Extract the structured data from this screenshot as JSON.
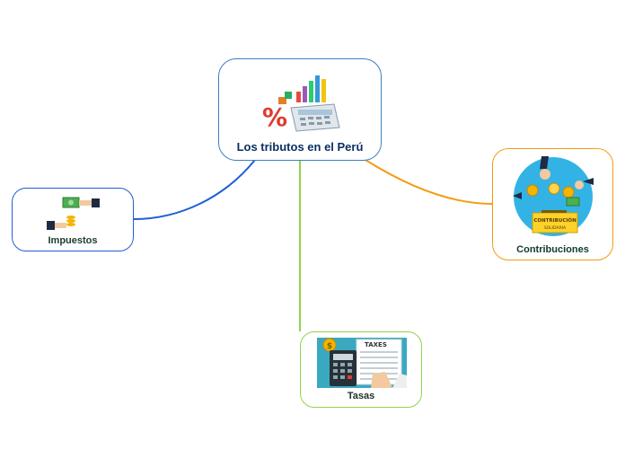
{
  "mindmap": {
    "root": {
      "title": "Los tributos en el Perú"
    },
    "branches": {
      "impuestos": {
        "label": "Impuestos"
      },
      "contribuciones": {
        "label": "Contribuciones",
        "image_text_1": "CONTRIBUCIÓN",
        "image_text_2": "SOLIDARIA"
      },
      "tasas": {
        "label": "Tasas",
        "image_text": "TAXES"
      }
    },
    "colors": {
      "root_border": "#3b7fc4",
      "impuestos": "#1f5fd6",
      "tasas": "#8ed44a",
      "contribuciones": "#f39c12"
    }
  }
}
